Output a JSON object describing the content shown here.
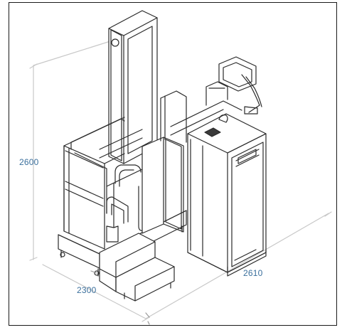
{
  "dimensions": {
    "height": "2600",
    "width": "2300",
    "depth": "2610"
  },
  "colors": {
    "frame": "#1a1a1a",
    "line": "#2a2a2a",
    "dimension_line": "#c8c8c8",
    "label": "#3a6f9c"
  }
}
